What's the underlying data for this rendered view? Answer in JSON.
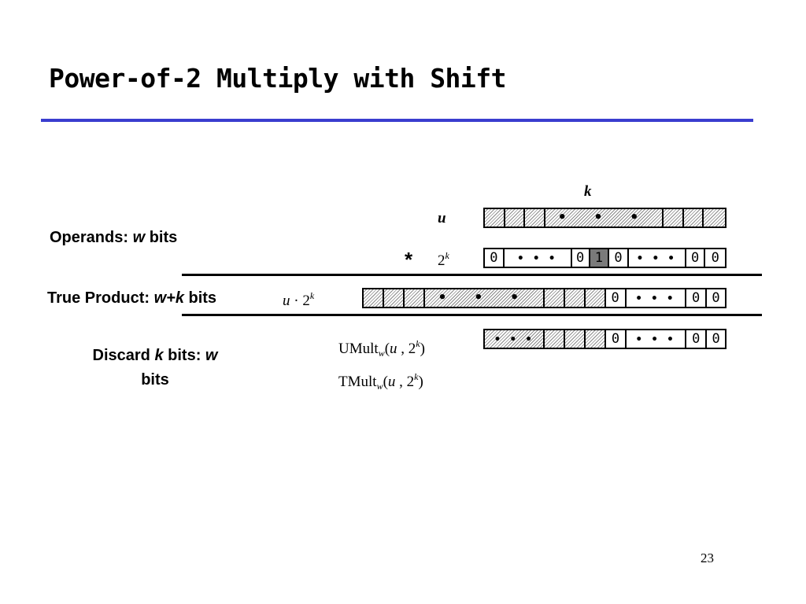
{
  "slide": {
    "title": "Power-of-2 Multiply with Shift",
    "page_number": "23"
  },
  "labels": {
    "operands_prefix": "Operands: ",
    "operands_w": "w",
    "operands_suffix": " bits",
    "true_prefix": "True Product: ",
    "true_wk": "w+k",
    "true_suffix": " bits",
    "discard_prefix": "Discard ",
    "discard_k": "k",
    "discard_mid": " bits: ",
    "discard_w": "w",
    "discard_bits": "bits"
  },
  "math": {
    "k": "k",
    "u": "u",
    "times": "*",
    "two": "2",
    "sup_k": "k",
    "dot": " · ",
    "umult": "UMult",
    "tmult": "TMult",
    "sub_w": "w",
    "open": "(",
    "comma": " , 2",
    "close": ")"
  },
  "cells": {
    "zero": "0",
    "one": "1",
    "dots3": "• • •"
  },
  "colors": {
    "rule": "#3a3dcf",
    "highlight_cell": "#7a7a7a"
  }
}
